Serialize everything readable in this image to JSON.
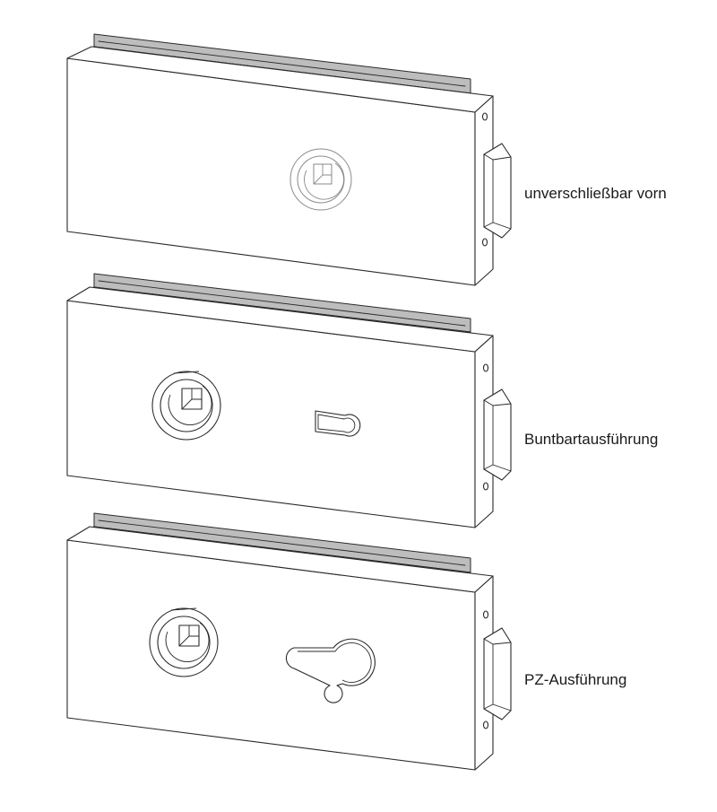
{
  "variants": [
    {
      "label": "unverschließbar vorn",
      "lock": "none"
    },
    {
      "label": "Buntbartausführung",
      "lock": "buntbart"
    },
    {
      "label": "PZ-Ausführung",
      "lock": "profile-cylinder"
    }
  ],
  "colors": {
    "line": "#2a2a2a",
    "glass_strip": "#bdbdbd",
    "background": "#ffffff"
  }
}
